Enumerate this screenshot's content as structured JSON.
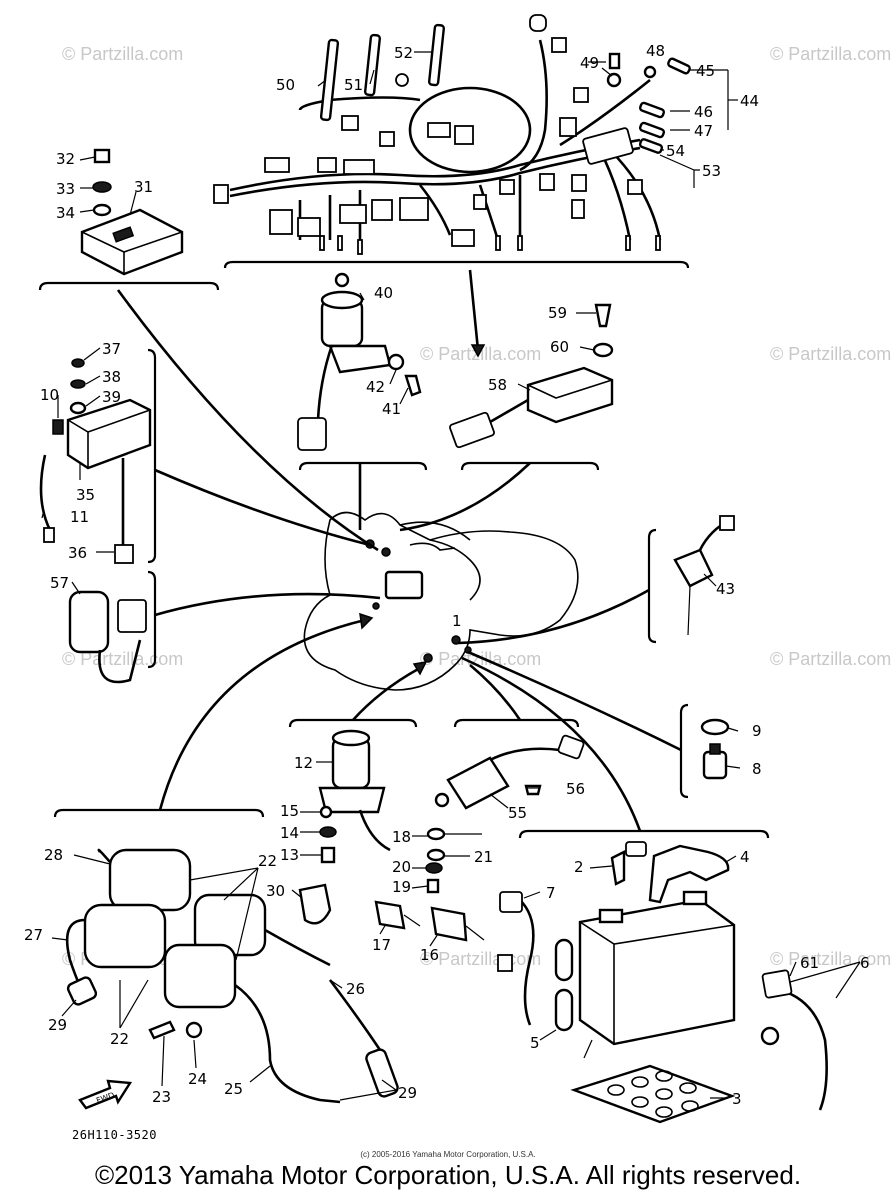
{
  "diagram": {
    "callouts": [
      {
        "id": "c1",
        "text": "1"
      },
      {
        "id": "c2",
        "text": "2"
      },
      {
        "id": "c3",
        "text": "3"
      },
      {
        "id": "c4",
        "text": "4"
      },
      {
        "id": "c5",
        "text": "5"
      },
      {
        "id": "c6",
        "text": "6"
      },
      {
        "id": "c7",
        "text": "7"
      },
      {
        "id": "c8",
        "text": "8"
      },
      {
        "id": "c9",
        "text": "9"
      },
      {
        "id": "c10",
        "text": "10"
      },
      {
        "id": "c11",
        "text": "11"
      },
      {
        "id": "c12",
        "text": "12"
      },
      {
        "id": "c13",
        "text": "13"
      },
      {
        "id": "c14",
        "text": "14"
      },
      {
        "id": "c15",
        "text": "15"
      },
      {
        "id": "c16",
        "text": "16"
      },
      {
        "id": "c17",
        "text": "17"
      },
      {
        "id": "c18",
        "text": "18"
      },
      {
        "id": "c19",
        "text": "19"
      },
      {
        "id": "c20",
        "text": "20"
      },
      {
        "id": "c21",
        "text": "21"
      },
      {
        "id": "c22a",
        "text": "22"
      },
      {
        "id": "c22b",
        "text": "22"
      },
      {
        "id": "c23",
        "text": "23"
      },
      {
        "id": "c24",
        "text": "24"
      },
      {
        "id": "c25",
        "text": "25"
      },
      {
        "id": "c26",
        "text": "26"
      },
      {
        "id": "c27",
        "text": "27"
      },
      {
        "id": "c28",
        "text": "28"
      },
      {
        "id": "c29a",
        "text": "29"
      },
      {
        "id": "c29b",
        "text": "29"
      },
      {
        "id": "c30",
        "text": "30"
      },
      {
        "id": "c31",
        "text": "31"
      },
      {
        "id": "c32",
        "text": "32"
      },
      {
        "id": "c33",
        "text": "33"
      },
      {
        "id": "c34",
        "text": "34"
      },
      {
        "id": "c35",
        "text": "35"
      },
      {
        "id": "c36",
        "text": "36"
      },
      {
        "id": "c37",
        "text": "37"
      },
      {
        "id": "c38",
        "text": "38"
      },
      {
        "id": "c39",
        "text": "39"
      },
      {
        "id": "c40",
        "text": "40"
      },
      {
        "id": "c41",
        "text": "41"
      },
      {
        "id": "c42",
        "text": "42"
      },
      {
        "id": "c43",
        "text": "43"
      },
      {
        "id": "c44",
        "text": "44"
      },
      {
        "id": "c45",
        "text": "45"
      },
      {
        "id": "c46",
        "text": "46"
      },
      {
        "id": "c47",
        "text": "47"
      },
      {
        "id": "c48",
        "text": "48"
      },
      {
        "id": "c49",
        "text": "49"
      },
      {
        "id": "c50",
        "text": "50"
      },
      {
        "id": "c51",
        "text": "51"
      },
      {
        "id": "c52",
        "text": "52"
      },
      {
        "id": "c53",
        "text": "53"
      },
      {
        "id": "c54",
        "text": "54"
      },
      {
        "id": "c55",
        "text": "55"
      },
      {
        "id": "c56",
        "text": "56"
      },
      {
        "id": "c57",
        "text": "57"
      },
      {
        "id": "c58",
        "text": "58"
      },
      {
        "id": "c59",
        "text": "59"
      },
      {
        "id": "c60",
        "text": "60"
      },
      {
        "id": "c61",
        "text": "61"
      }
    ],
    "fwd_label": "FWD",
    "diagram_code": "26H110-3520",
    "watermark_text": "© Partzilla.com"
  },
  "footer": {
    "small_copyright": "(c) 2005-2016 Yamaha Motor Corporation, U.S.A.",
    "main_copyright": "©2013 Yamaha Motor Corporation, U.S.A. All rights reserved."
  },
  "colors": {
    "ink": "#000000",
    "watermark": "#c8c8c8",
    "background": "#ffffff"
  }
}
